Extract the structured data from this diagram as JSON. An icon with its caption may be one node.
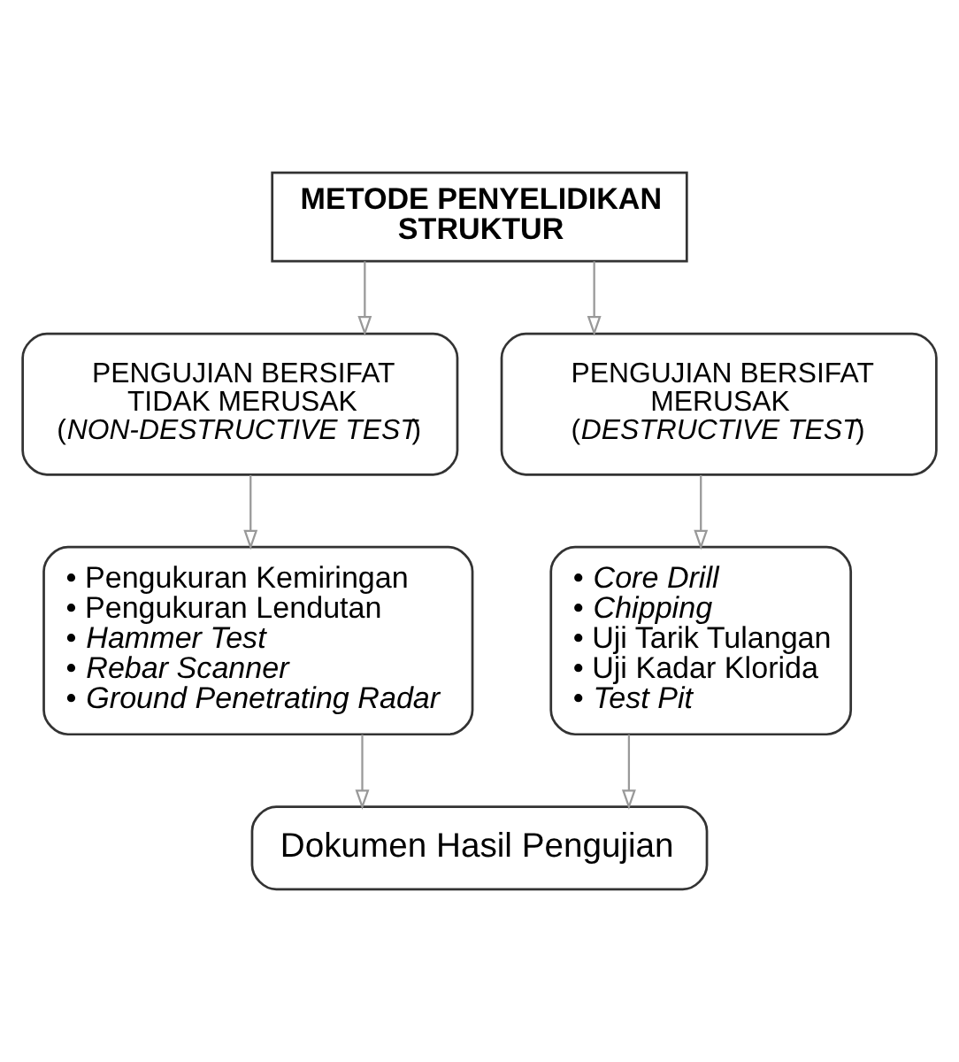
{
  "diagram": {
    "nodes": [
      {
        "text": [
          "METODE PENYELIDIKAN STRUKTUR"
        ]
      },
      {
        "text": [
          "PENGUJIAN BERSIFAT TIDAK MERUSAK (*NON-DESTRUCTIVE TEST*)"
        ]
      },
      {
        "text": [
          "PENGUJIAN BERSIFAT MERUSAK (*DESTRUCTIVE TEST*)"
        ]
      },
      {
        "text": [
          "• Pengukuran Kemiringan",
          "• Pengukuran Lendutan",
          "• *Hammer Test*",
          "• *Rebar Scanner*",
          "• *Ground Penetrating Radar*"
        ]
      },
      {
        "text": [
          "• *Core Drill*",
          "• *Chipping*",
          "• Uji Tarik Tulangan",
          "• Uji Kadar Klorida",
          "• *Test Pit*"
        ]
      },
      {
        "text": [
          "Dokumen Hasil Pengujian"
        ]
      }
    ],
    "edges": [
      {
        "from": 0,
        "to": 1,
        "arrow": "to"
      },
      {
        "from": 0,
        "to": 2,
        "arrow": "to"
      },
      {
        "from": 1,
        "to": 3,
        "arrow": "to"
      },
      {
        "from": 2,
        "to": 4,
        "arrow": "to"
      },
      {
        "from": 3,
        "to": 5,
        "arrow": "to"
      },
      {
        "from": 4,
        "to": 5,
        "arrow": "to"
      }
    ]
  }
}
